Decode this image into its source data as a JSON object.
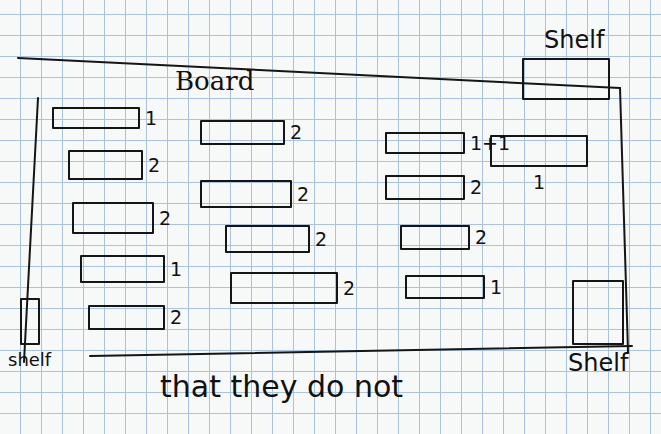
{
  "diagram": {
    "nodes": [
      {
        "text": [
          "Board"
        ]
      },
      {
        "text": [
          "1"
        ],
        "in": 0
      },
      {
        "text": [
          "2"
        ],
        "in": 0
      },
      {
        "text": [
          "1+1"
        ],
        "in": 0
      },
      {
        "text": [
          "1"
        ],
        "in": 0
      },
      {
        "text": [
          "2"
        ],
        "in": 0
      },
      {
        "text": [
          "2"
        ],
        "in": 0
      },
      {
        "text": [
          "2"
        ],
        "in": 0
      },
      {
        "text": [
          "2"
        ],
        "in": 0
      },
      {
        "text": [
          "2"
        ],
        "in": 0
      },
      {
        "text": [
          "2"
        ],
        "in": 0
      },
      {
        "text": [
          "1"
        ],
        "in": 0
      },
      {
        "text": [
          "2"
        ],
        "in": 0
      },
      {
        "text": [
          "1"
        ],
        "in": 0
      },
      {
        "text": [
          "2"
        ],
        "in": 0
      },
      {
        "text": [
          "Shelf"
        ]
      },
      {
        "text": [
          "shelf"
        ]
      },
      {
        "text": [
          "Shelf"
        ]
      }
    ],
    "labels": [
      "that they do not"
    ]
  }
}
